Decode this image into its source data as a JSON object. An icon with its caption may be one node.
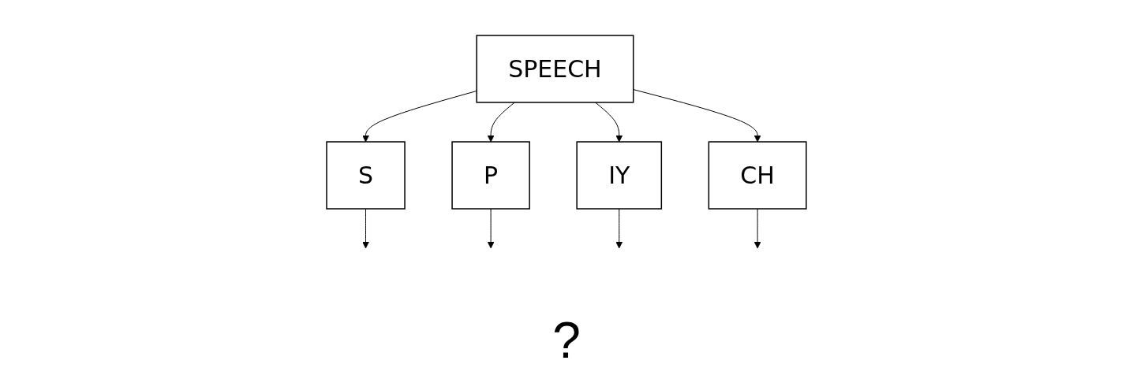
{
  "diagram": {
    "nodes": [
      {
        "text": [
          "SPEECH"
        ]
      },
      {
        "text": [
          "S"
        ]
      },
      {
        "text": [
          "P"
        ]
      },
      {
        "text": [
          "IY"
        ]
      },
      {
        "text": [
          "CH"
        ]
      }
    ],
    "edges": [
      {
        "from": 0,
        "to": 1,
        "arrow": "to"
      },
      {
        "from": 0,
        "to": 2,
        "arrow": "to"
      },
      {
        "from": 0,
        "to": 3,
        "arrow": "to"
      },
      {
        "from": 0,
        "to": 4,
        "arrow": "to"
      },
      {
        "from": 1,
        "to": null,
        "arrow": "to"
      },
      {
        "from": 2,
        "to": null,
        "arrow": "to"
      },
      {
        "from": 3,
        "to": null,
        "arrow": "to"
      },
      {
        "from": 4,
        "to": null,
        "arrow": "to"
      }
    ],
    "labels": [
      "?"
    ]
  }
}
